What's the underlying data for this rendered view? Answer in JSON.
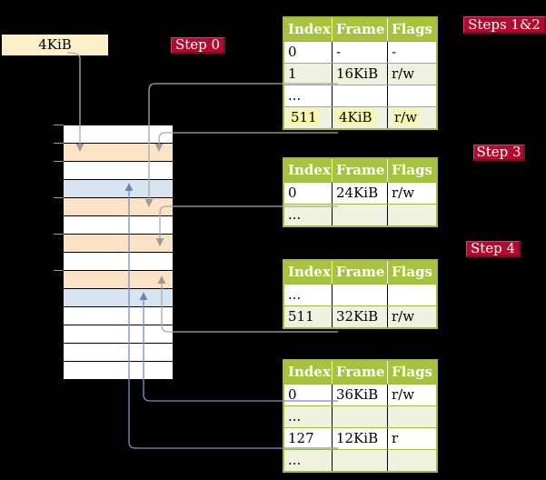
{
  "colors": {
    "background": "#000000",
    "table_header_bg": "#a5c33c",
    "table_border": "#9fbb3e",
    "table_row_alt": "#eef2de",
    "row_wheat": "#fce3c5",
    "row_blue": "#d9e4f3",
    "badge_bg": "#af0c2f",
    "label_box_bg": "#fcf0cb",
    "highlight": "#f9f9ae",
    "line_gray": "#a9a9a9",
    "line_blue": "#7292c2"
  },
  "labels": {
    "page_size_box": "4KiB",
    "step0": "Step 0",
    "steps12": "Steps 1&2",
    "step3": "Step 3",
    "step4": "Step 4"
  },
  "memory": {
    "rows": [
      {
        "type": "white"
      },
      {
        "type": "wheat"
      },
      {
        "type": "white"
      },
      {
        "type": "blue"
      },
      {
        "type": "wheat"
      },
      {
        "type": "white"
      },
      {
        "type": "wheat"
      },
      {
        "type": "white"
      },
      {
        "type": "wheat"
      },
      {
        "type": "blue"
      },
      {
        "type": "white"
      },
      {
        "type": "white"
      },
      {
        "type": "white"
      },
      {
        "type": "white"
      }
    ]
  },
  "tables": {
    "t1": {
      "headers": [
        "Index",
        "Frame",
        "Flags"
      ],
      "rows": [
        {
          "index": "0",
          "frame": "-",
          "flags": "-"
        },
        {
          "index": "1",
          "frame": "16KiB",
          "flags": "r/w"
        },
        {
          "index": "...",
          "frame": "",
          "flags": ""
        },
        {
          "index": "511",
          "frame": "4KiB",
          "flags": "r/w"
        }
      ]
    },
    "t2": {
      "headers": [
        "Index",
        "Frame",
        "Flags"
      ],
      "rows": [
        {
          "index": "0",
          "frame": "24KiB",
          "flags": "r/w"
        },
        {
          "index": "...",
          "frame": "",
          "flags": ""
        }
      ]
    },
    "t3": {
      "headers": [
        "Index",
        "Frame",
        "Flags"
      ],
      "rows": [
        {
          "index": "...",
          "frame": "",
          "flags": ""
        },
        {
          "index": "511",
          "frame": "32KiB",
          "flags": "r/w"
        }
      ]
    },
    "t4": {
      "headers": [
        "Index",
        "Frame",
        "Flags"
      ],
      "rows": [
        {
          "index": "0",
          "frame": "36KiB",
          "flags": "r/w"
        },
        {
          "index": "...",
          "frame": "",
          "flags": ""
        },
        {
          "index": "127",
          "frame": "12KiB",
          "flags": "r"
        },
        {
          "index": "...",
          "frame": "",
          "flags": ""
        }
      ]
    }
  },
  "connectors": [
    {
      "from": "page-size-box",
      "to": "memory-frame-4KiB",
      "color": "gray"
    },
    {
      "from": "table1-row-1",
      "to": "memory-frame-16KiB",
      "color": "gray"
    },
    {
      "from": "table1-row-511",
      "to": "memory-frame-4KiB",
      "color": "gray"
    },
    {
      "from": "table2-row-0",
      "to": "memory-frame-24KiB",
      "color": "gray"
    },
    {
      "from": "table3-row-511",
      "to": "memory-frame-32KiB",
      "color": "gray"
    },
    {
      "from": "table4-row-0",
      "to": "memory-frame-36KiB",
      "color": "blue"
    },
    {
      "from": "table4-row-127",
      "to": "memory-frame-12KiB",
      "color": "blue"
    }
  ]
}
